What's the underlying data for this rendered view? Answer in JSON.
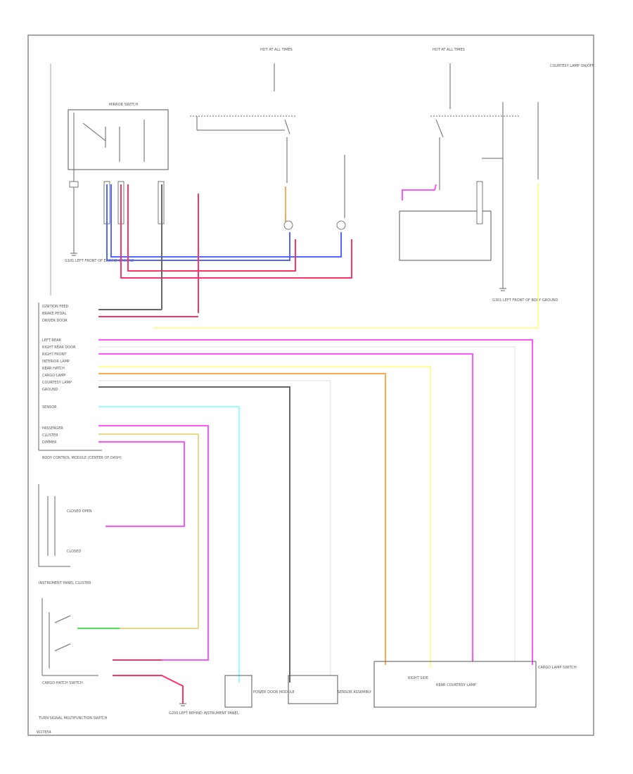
{
  "footer": {
    "code": "W27854"
  },
  "colors": {
    "pink": "#ff55ff",
    "red": "#ff3366",
    "blue": "#5566ff",
    "yellow": "#ffff99",
    "orange": "#ffaa55",
    "cyan": "#99ffff",
    "gray": "#666666",
    "tan": "#e6d98a",
    "green": "#55dd55",
    "frame": "#888888"
  },
  "components": {
    "hot_at_all_times_1": "HOT AT ALL TIMES",
    "hot_at_all_times_2": "HOT AT ALL TIMES",
    "note_top_right": "COURTESY LAMP ON/OFF",
    "mirror_switch": "MIRROR SWITCH",
    "right_ground": "G301 LEFT FRONT OF BODY GROUND",
    "left_ground": "G101 LEFT FRONT OF ENGINE GROUND",
    "bcm": "BODY CONTROL MODULE (CENTER OF DASH)",
    "ipc": "INSTRUMENT PANEL CLUSTER",
    "ipc_lamps_1": "CLOSED OPEN",
    "ipc_lamps_2": "CLOSED",
    "switch_cluster": "CARGO HATCH SWITCH",
    "bottom_left_note": "TURN SIGNAL MULTIFUNCTION SWITCH",
    "bottom_ground": "G200 LEFT BEHIND INSTRUMENT PANEL",
    "door_module": "POWER DOOR MODULE",
    "sensor": "SENSOR ASSEMBLY",
    "right_side_lamp": "RIGHT SIDE",
    "rear_lamp": "REAR COURTESY LAMP",
    "switch_right": "CARGO LAMP SWITCH"
  },
  "bcm_pins": [
    "IGNITION FEED",
    "BRAKE PEDAL",
    "DRIVER DOOR",
    "LEFT REAR",
    "RIGHT REAR DOOR",
    "RIGHT FRONT",
    "INTERIOR LAMP",
    "REAR HATCH",
    "CARGO LAMP",
    "COURTESY LAMP",
    "GROUND",
    "SENSOR",
    "PASSENGER",
    "CLUSTER",
    "DIMMER"
  ]
}
